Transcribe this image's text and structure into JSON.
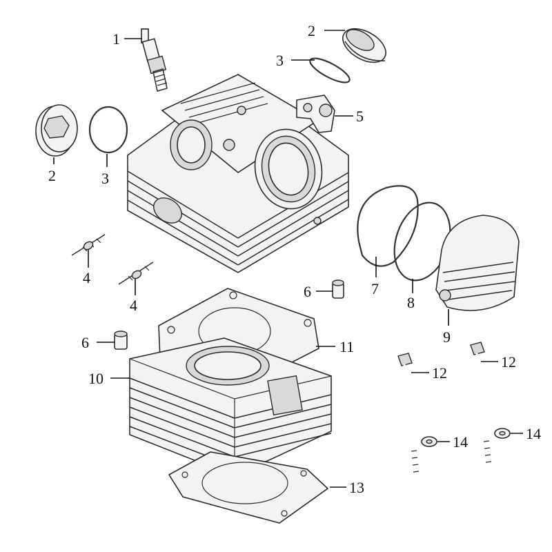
{
  "diagram": {
    "callouts": [
      {
        "id": "c1",
        "text": "1"
      },
      {
        "id": "c2a",
        "text": "2"
      },
      {
        "id": "c2b",
        "text": "2"
      },
      {
        "id": "c3a",
        "text": "3"
      },
      {
        "id": "c3b",
        "text": "3"
      },
      {
        "id": "c4a",
        "text": "4"
      },
      {
        "id": "c4b",
        "text": "4"
      },
      {
        "id": "c5",
        "text": "5"
      },
      {
        "id": "c6a",
        "text": "6"
      },
      {
        "id": "c6b",
        "text": "6"
      },
      {
        "id": "c7",
        "text": "7"
      },
      {
        "id": "c8",
        "text": "8"
      },
      {
        "id": "c9",
        "text": "9"
      },
      {
        "id": "c10",
        "text": "10"
      },
      {
        "id": "c11",
        "text": "11"
      },
      {
        "id": "c12a",
        "text": "12"
      },
      {
        "id": "c12b",
        "text": "12"
      },
      {
        "id": "c13",
        "text": "13"
      },
      {
        "id": "c14a",
        "text": "14"
      },
      {
        "id": "c14b",
        "text": "14"
      }
    ]
  }
}
